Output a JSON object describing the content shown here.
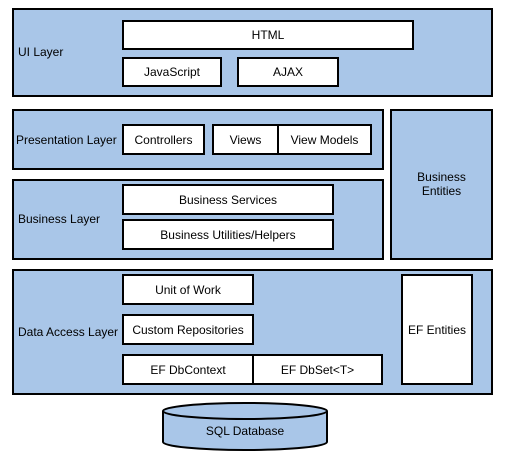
{
  "colors": {
    "layer_fill": "#a9c6e8",
    "box_fill": "#ffffff",
    "border": "#000000"
  },
  "ui_layer": {
    "label": "UI Layer",
    "html": "HTML",
    "javascript": "JavaScript",
    "ajax": "AJAX"
  },
  "presentation_layer": {
    "label": "Presentation Layer",
    "controllers": "Controllers",
    "views": "Views",
    "view_models": "View Models"
  },
  "business_entities": {
    "line1": "Business",
    "line2": "Entities"
  },
  "business_layer": {
    "label": "Business Layer",
    "services": "Business Services",
    "utilities": "Business Utilities/Helpers"
  },
  "data_access_layer": {
    "label": "Data Access Layer",
    "unit_of_work": "Unit of Work",
    "custom_repositories": "Custom Repositories",
    "ef_dbcontext": "EF DbContext",
    "ef_dbset": "EF DbSet<T>",
    "ef_entities": "EF Entities"
  },
  "database": {
    "label": "SQL Database"
  }
}
